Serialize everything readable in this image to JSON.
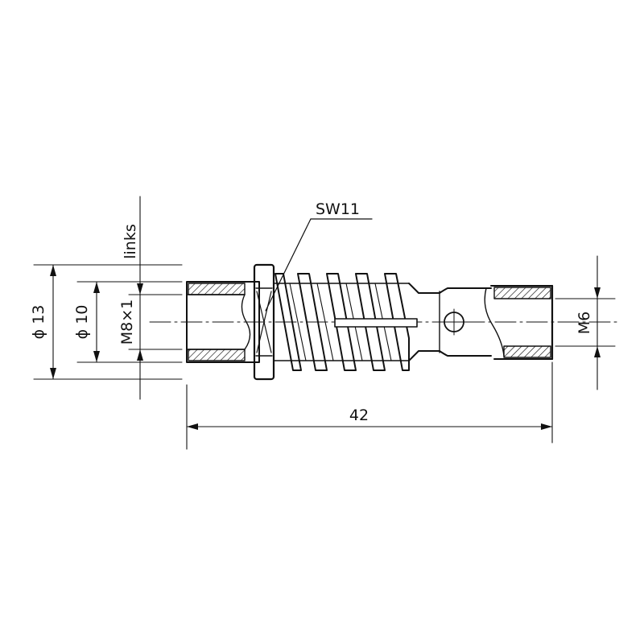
{
  "drawing": {
    "labels": {
      "wrench_size": "SW11",
      "thread_direction": "links",
      "diameter_outer": "ϕ 13",
      "diameter_inner": "ϕ 10",
      "thread_left": "M8×1",
      "thread_right": "M6",
      "length": "42"
    },
    "colors": {
      "line": "#111111",
      "background": "#ffffff"
    }
  }
}
